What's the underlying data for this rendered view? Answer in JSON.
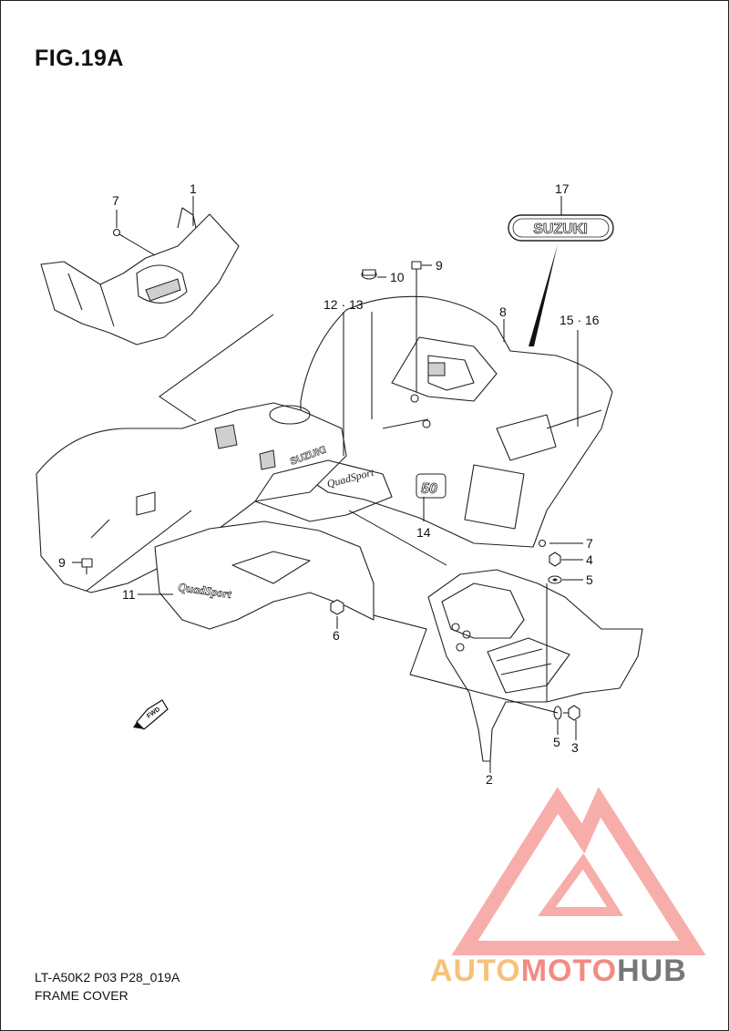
{
  "figure": {
    "title": "FIG.19A",
    "footer_code": "LT-A50K2 P03 P28_019A",
    "footer_name": "FRAME COVER"
  },
  "callouts": {
    "c1": "1",
    "c2": "2",
    "c3": "3",
    "c4": "4",
    "c5a": "5",
    "c5b": "5",
    "c6": "6",
    "c7a": "7",
    "c7b": "7",
    "c8": "8",
    "c9a": "9",
    "c9b": "9",
    "c10": "10",
    "c11": "11",
    "c12_13": "12 · 13",
    "c14": "14",
    "c15_16": "15 · 16",
    "c17": "17"
  },
  "decals": {
    "suzuki_badge": "SUZUKI",
    "suzuki_tank": "SUZUKI",
    "quad_sport": "QuadSport",
    "number_50": "50",
    "fwd": "FWD"
  },
  "watermark": {
    "part1": "AUTO",
    "part2": "MOTO",
    "part3": "HUB",
    "color_auto": "#f6c27a",
    "color_moto": "#f28b84",
    "color_hub": "#777777"
  }
}
